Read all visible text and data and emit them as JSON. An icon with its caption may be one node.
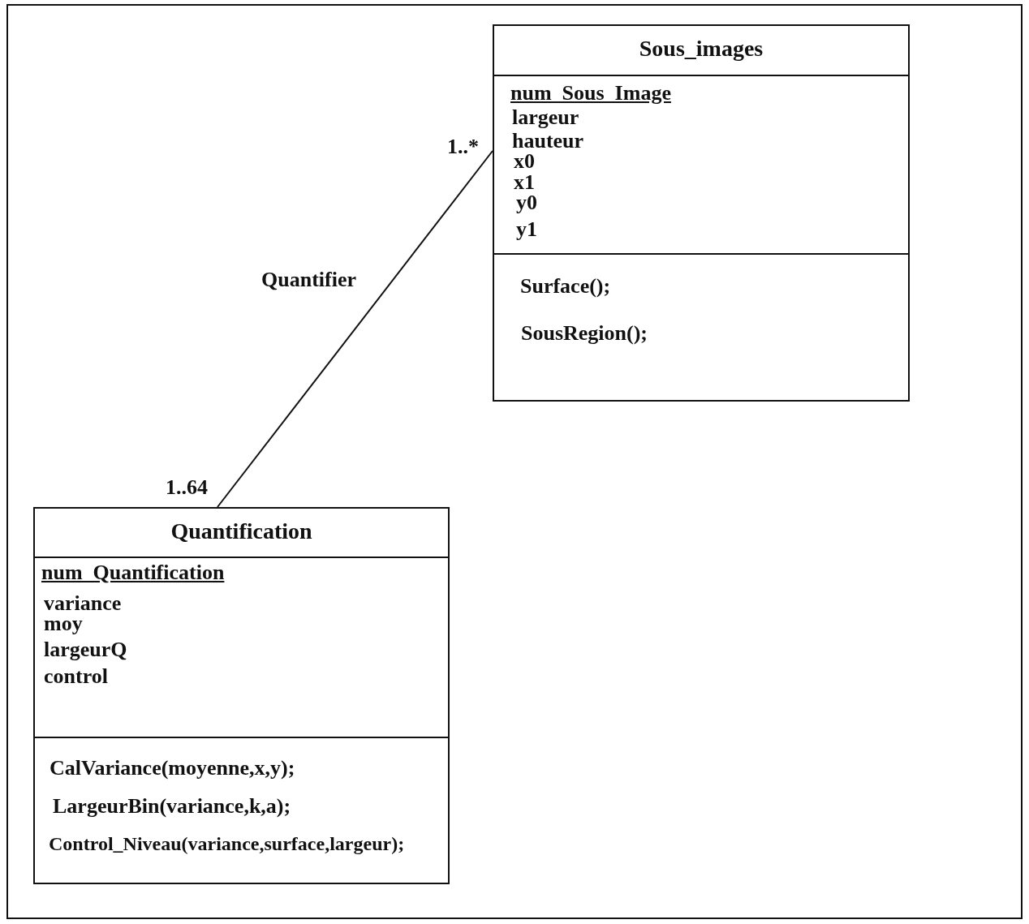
{
  "diagram": {
    "nodes": [
      {
        "text": [],
        "shape": "box"
      },
      {
        "text": [
          "Sous_images"
        ],
        "in": 0
      },
      {
        "text": [
          "num_Sous_Image",
          "largeur",
          "hauteur",
          "x0",
          "x1",
          "y0",
          "y1"
        ],
        "in": 0
      },
      {
        "text": [
          "Surface();",
          "SousRegion();"
        ],
        "in": 0
      },
      {
        "text": [],
        "shape": "box"
      },
      {
        "text": [
          "Quantification"
        ],
        "in": 4
      },
      {
        "text": [
          "num_Quantification",
          "variance",
          "moy",
          "largeurQ",
          "control"
        ],
        "in": 4
      },
      {
        "text": [
          "CalVariance(moyenne,x,y);",
          "LargeurBin(variance,k,a);",
          "Control_Niveau(variance,surface,largeur);"
        ],
        "in": 4
      }
    ],
    "edges": [
      {
        "from": 4,
        "to": 0,
        "arrow": "none",
        "label": "Quantifier"
      }
    ],
    "labels": [
      "1..*",
      "1..64"
    ]
  }
}
